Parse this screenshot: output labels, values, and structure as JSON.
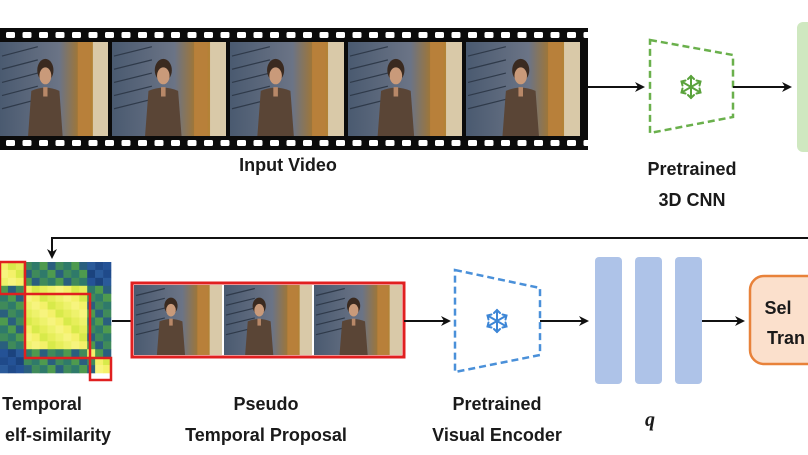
{
  "labels": {
    "input_video": "Input Video",
    "cnn_line1": "Pretrained",
    "cnn_line2": "3D CNN",
    "tss_line1": "Temporal",
    "tss_line2": "elf-similarity",
    "ptp_line1": "Pseudo",
    "ptp_line2": "Temporal Proposal",
    "ve_line1": "Pretrained",
    "ve_line2": "Visual Encoder",
    "q": "q",
    "self_line1": "Sel",
    "self_line2": "Tran"
  },
  "colors": {
    "cnn": "#6ab04c",
    "visual_encoder": "#4a90d9",
    "query": "#aec3e8",
    "self_box_fill": "#fbe0cc",
    "self_box_stroke": "#e8823a",
    "proposal_border": "#e02020",
    "feature_box": "#cfe8c0"
  },
  "icons": {
    "cnn_icon": "snowflake-icon",
    "visual_encoder_icon": "snowflake-icon"
  }
}
